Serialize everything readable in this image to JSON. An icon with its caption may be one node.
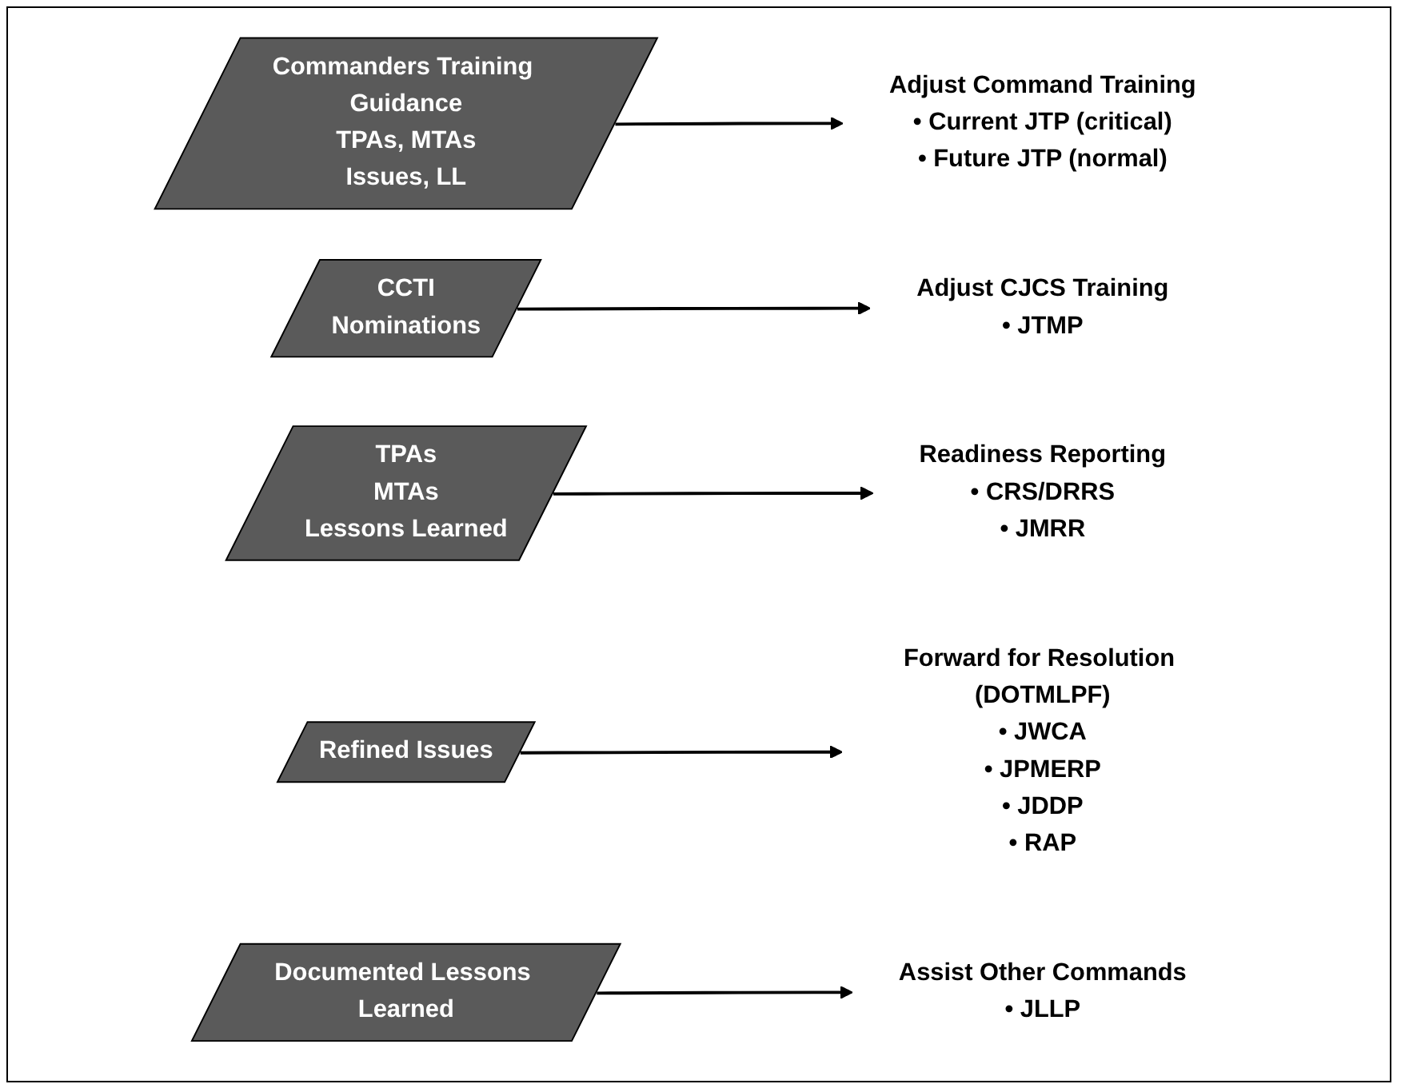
{
  "diagram": {
    "nodes": [
      {
        "text": [
          "Commanders Training Guidance",
          "TPAs, MTAs",
          "Issues, LL"
        ]
      },
      {
        "text": [
          "Adjust Command Training",
          "• Current JTP (critical)",
          "• Future JTP (normal)"
        ]
      },
      {
        "text": [
          "CCTI",
          "Nominations"
        ]
      },
      {
        "text": [
          "Adjust CJCS Training",
          "• JTMP"
        ]
      },
      {
        "text": [
          "TPAs",
          "MTAs",
          "Lessons Learned"
        ]
      },
      {
        "text": [
          "Readiness Reporting",
          "• CRS/DRRS",
          "• JMRR"
        ]
      },
      {
        "text": [
          "Refined Issues"
        ]
      },
      {
        "text": [
          "Forward for Resolution (DOTMLPF)",
          "• JWCA",
          "• JPMERP",
          "• JDDP",
          "• RAP"
        ]
      },
      {
        "text": [
          "Documented Lessons Learned"
        ]
      },
      {
        "text": [
          "Assist Other Commands",
          "• JLLP"
        ]
      }
    ],
    "edges": [
      {
        "from": 0,
        "to": 1,
        "arrow": "to"
      },
      {
        "from": 2,
        "to": 3,
        "arrow": "to"
      },
      {
        "from": 4,
        "to": 5,
        "arrow": "to"
      },
      {
        "from": 6,
        "to": 7,
        "arrow": "to"
      },
      {
        "from": 8,
        "to": 9,
        "arrow": "to"
      }
    ]
  }
}
